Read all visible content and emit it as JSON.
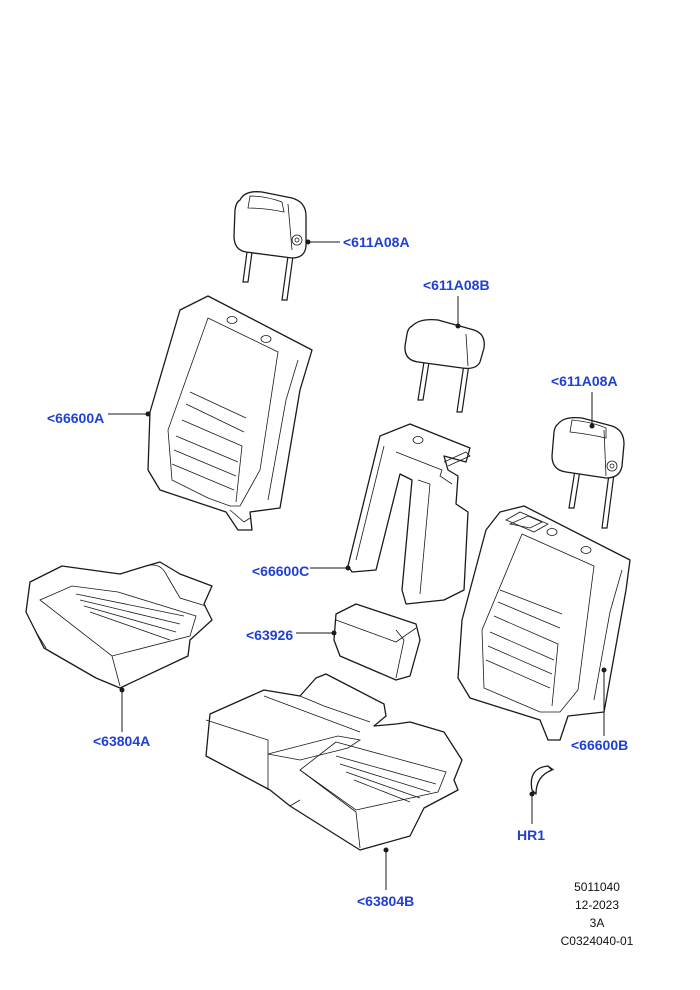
{
  "callouts": {
    "headrest_left": "<611A08A",
    "headrest_center": "<611A08B",
    "headrest_right": "<611A08A",
    "backrest_left": "<66600A",
    "backrest_center": "<66600C",
    "backrest_right": "<66600B",
    "armrest": "<63926",
    "cushion_left": "<63804A",
    "cushion_right": "<63804B",
    "clip": "HR1"
  },
  "info": {
    "code": "5011040",
    "date": "12-2023",
    "rev": "3A",
    "ref": "C0324040-01"
  },
  "colors": {
    "callout": "#1f3fd6",
    "line": "#1a1a1a"
  }
}
